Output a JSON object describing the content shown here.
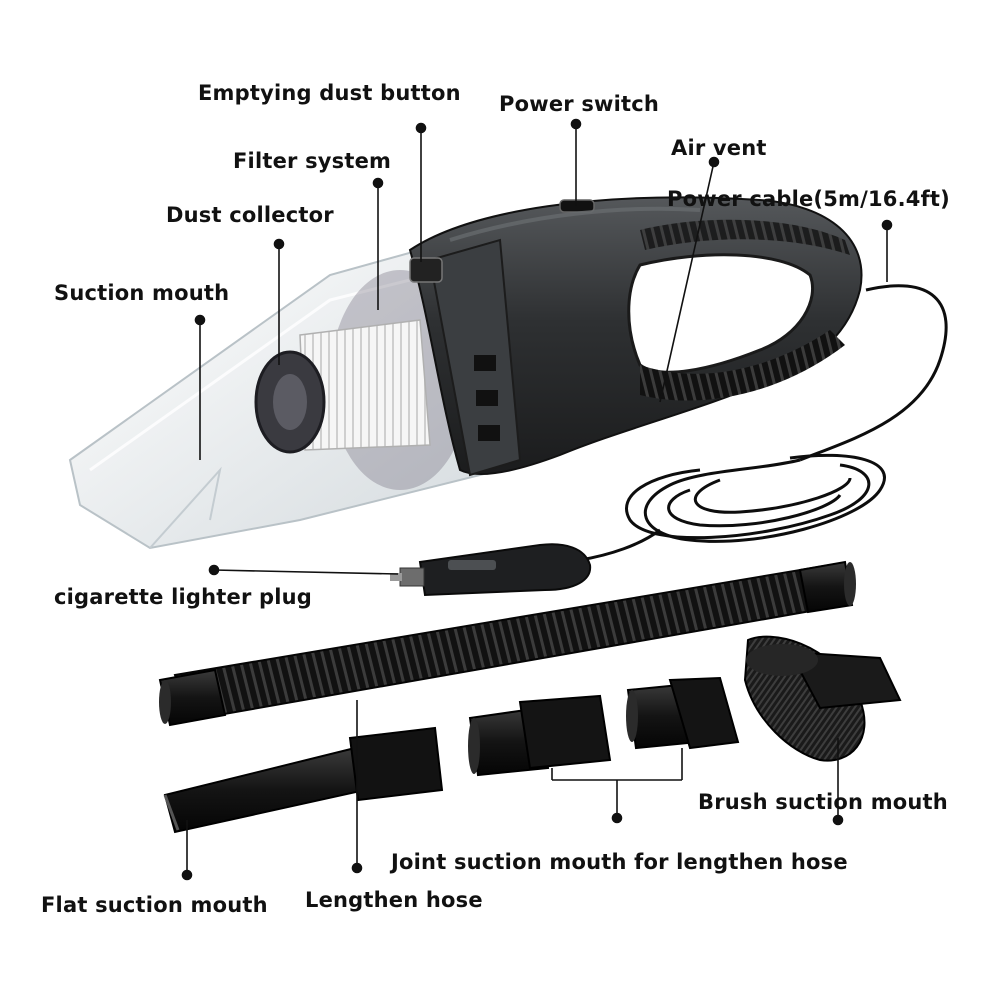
{
  "labels": {
    "emptying_dust_button": "Emptying dust button",
    "power_switch": "Power switch",
    "filter_system": "Filter system",
    "air_vent": "Air vent",
    "power_cable": "Power cable(5m/16.4ft)",
    "dust_collector": "Dust collector",
    "suction_mouth": "Suction mouth",
    "cigarette_lighter_plug": "cigarette lighter plug",
    "brush_suction_mouth": "Brush suction mouth",
    "joint_suction_mouth": "Joint suction mouth for lengthen hose",
    "flat_suction_mouth": "Flat suction mouth",
    "lengthen_hose": "Lengthen hose"
  },
  "colors": {
    "body": "#2b2d2f",
    "body_highlight": "#4a4d50",
    "transparent_shell": "#e7ecef",
    "filter_white": "#f4f4f4",
    "accessory_black": "#161616",
    "label_text": "#111111",
    "leader_line": "#111111"
  }
}
